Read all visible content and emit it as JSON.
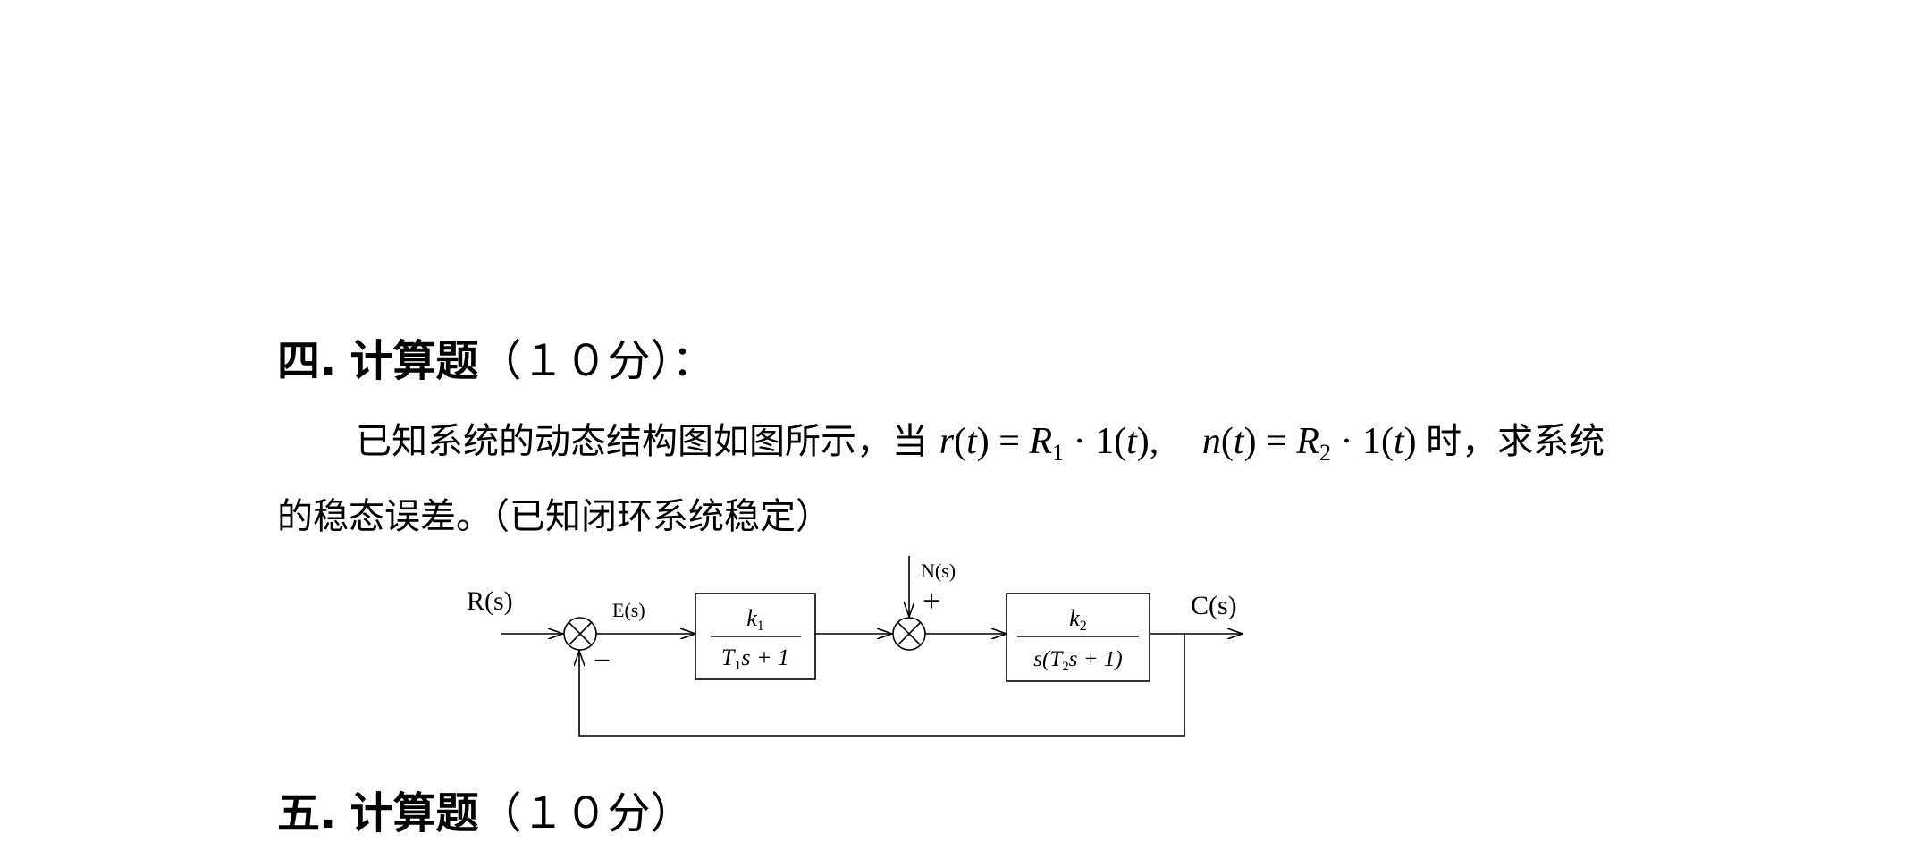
{
  "section": {
    "number": "四.",
    "title": "计算题",
    "score": "（１０分）："
  },
  "problem": {
    "text_before": "已知系统的动态结构图如图所示，当",
    "r_expr": {
      "r": "r",
      "t1": "t",
      "R": "R",
      "R_sub": "1",
      "unit": "1",
      "t2": "t"
    },
    "n_expr": {
      "n": "n",
      "t1": "t",
      "R": "R",
      "R_sub": "2",
      "unit": "1",
      "t2": "t"
    },
    "text_after": "时，求系统",
    "line2": "的稳态误差。（已知闭环系统稳定）"
  },
  "diagram": {
    "input_label": "R(s)",
    "error_label": "E(s)",
    "feedback_sign": "−",
    "block1": {
      "num_k": "k",
      "num_sub": "1",
      "den_T": "T",
      "den_sub": "1",
      "den_rest": "s + 1"
    },
    "disturbance_label": "N(s)",
    "disturbance_sign": "+",
    "block2": {
      "num_k": "k",
      "num_sub": "2",
      "den_prefix": "s(",
      "den_T": "T",
      "den_sub": "2",
      "den_rest": "s + 1)"
    },
    "output_label": "C(s)"
  },
  "next_section": {
    "number": "五.",
    "title": "计算题",
    "score": "（１０分）"
  }
}
